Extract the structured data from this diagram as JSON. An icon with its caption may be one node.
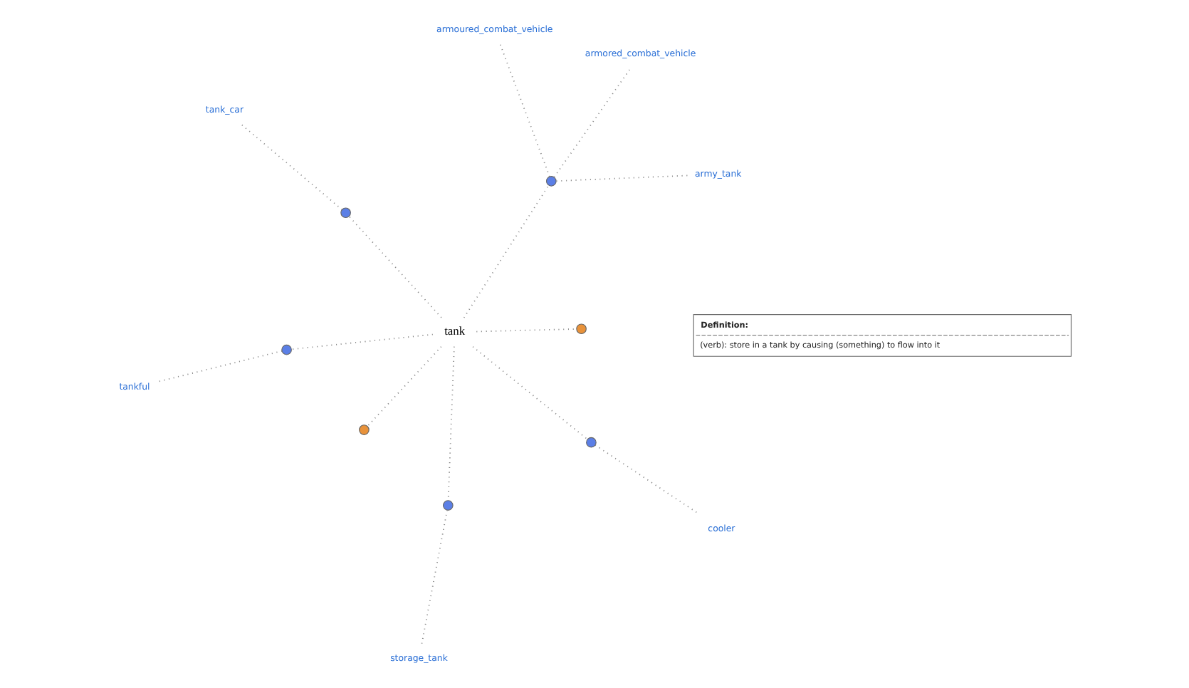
{
  "diagram": {
    "nodes": [
      {
        "text": [
          "tank"
        ]
      },
      {
        "text": [
          "cooler"
        ]
      },
      {
        "text": [],
        "shape": "circle"
      },
      {
        "text": [
          "tank_car"
        ]
      },
      {
        "text": [],
        "shape": "circle"
      },
      {
        "text": [
          "tankful"
        ]
      },
      {
        "text": [],
        "shape": "circle"
      },
      {
        "text": [],
        "shape": "circle"
      },
      {
        "text": [],
        "shape": "circle"
      },
      {
        "text": [],
        "shape": "circle"
      },
      {
        "text": [
          "storage_tank"
        ]
      },
      {
        "text": [],
        "shape": "circle"
      },
      {
        "text": [
          "army_tank"
        ]
      },
      {
        "text": [
          "armored_combat_vehicle"
        ]
      },
      {
        "text": [
          "armoured_combat_vehicle"
        ]
      },
      {
        "text": [
          "Definition:",
          "(verb): store in a tank by causing (something) to flow into it"
        ]
      }
    ],
    "edges": [
      {
        "from": 0,
        "to": 2,
        "arrow": "none"
      },
      {
        "from": 2,
        "to": 1,
        "arrow": "none"
      },
      {
        "from": 0,
        "to": 4,
        "arrow": "none"
      },
      {
        "from": 4,
        "to": 3,
        "arrow": "none"
      },
      {
        "from": 0,
        "to": 6,
        "arrow": "none"
      },
      {
        "from": 6,
        "to": 5,
        "arrow": "none"
      },
      {
        "from": 0,
        "to": 7,
        "arrow": "none"
      },
      {
        "from": 0,
        "to": 8,
        "arrow": "none"
      },
      {
        "from": 0,
        "to": 9,
        "arrow": "none"
      },
      {
        "from": 9,
        "to": 10,
        "arrow": "none"
      },
      {
        "from": 0,
        "to": 11,
        "arrow": "none"
      },
      {
        "from": 11,
        "to": 12,
        "arrow": "none"
      },
      {
        "from": 11,
        "to": 13,
        "arrow": "none"
      },
      {
        "from": 11,
        "to": 14,
        "arrow": "none"
      }
    ]
  }
}
